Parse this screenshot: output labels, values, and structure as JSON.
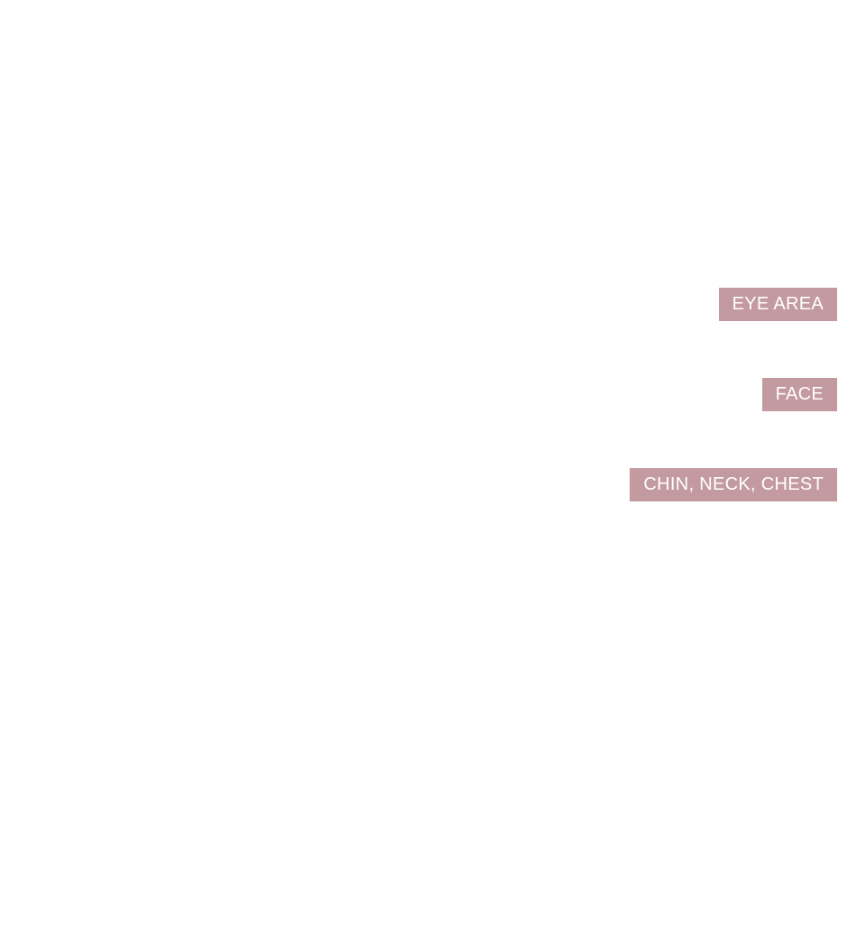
{
  "accent_color": "#c49aa1",
  "area_labels": {
    "eye_area": "EYE AREA",
    "face": "FACE",
    "chin_neck_chest": "CHIN, NECK, CHEST"
  }
}
